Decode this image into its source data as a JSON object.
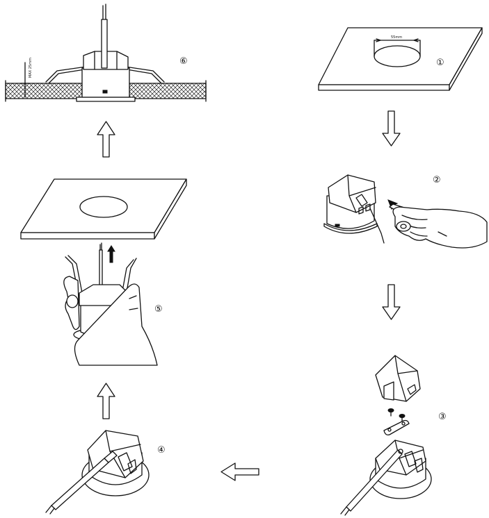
{
  "steps": [
    {
      "number": "①",
      "label_text": "55mm"
    },
    {
      "number": "②"
    },
    {
      "number": "③"
    },
    {
      "number": "④"
    },
    {
      "number": "⑤"
    },
    {
      "number": "⑥",
      "label_text": "MAX 25mm"
    }
  ],
  "icons": [
    "ceiling-board-icon",
    "downlight-fixture-icon",
    "screwdriver-icon",
    "hand-icon",
    "screw-icon",
    "cable-icon",
    "flow-arrow-icon"
  ]
}
